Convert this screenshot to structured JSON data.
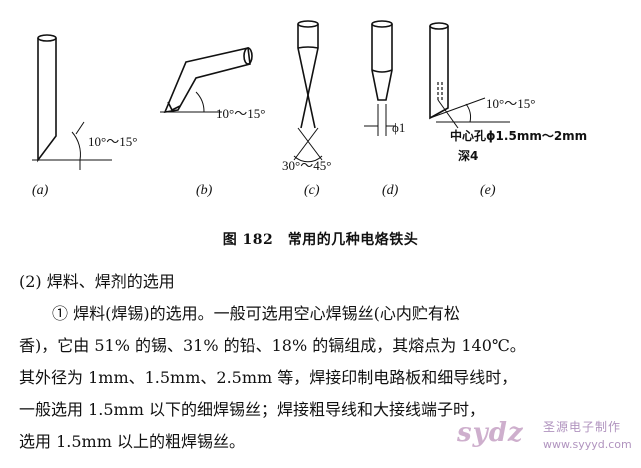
{
  "figure": {
    "labels": {
      "a": "(a)",
      "b": "(b)",
      "c": "(c)",
      "d": "(d)",
      "e": "(e)"
    },
    "angle_a": "10°～15°",
    "angle_b": "10°～15°",
    "angle_c": "30°～45°",
    "diameter_d": "ϕ1",
    "angle_e": "10°～15°",
    "center_hole": "中心孔ϕ1.5mm～2mm",
    "depth": "深4"
  },
  "caption": "图 182　常用的几种电烙铁头",
  "section_heading": "(2) 焊料、焊剂的选用",
  "paragraph_lines": [
    "① 焊料(焊锡)的选用。一般可选用空心焊锡丝(心内贮有松",
    "香)，它由 51% 的锡、31% 的铅、18% 的镉组成，其熔点为 140℃。",
    "其外径为 1mm、1.5mm、2.5mm 等，焊接印制电路板和细导线时，",
    "一般选用 1.5mm 以下的细焊锡丝；焊接粗导线和大接线端子时，",
    "选用 1.5mm 以上的粗焊锡丝。"
  ],
  "watermark": {
    "logo": "sydz",
    "title": "圣源电子制作",
    "url": "www.syyyd.com"
  }
}
